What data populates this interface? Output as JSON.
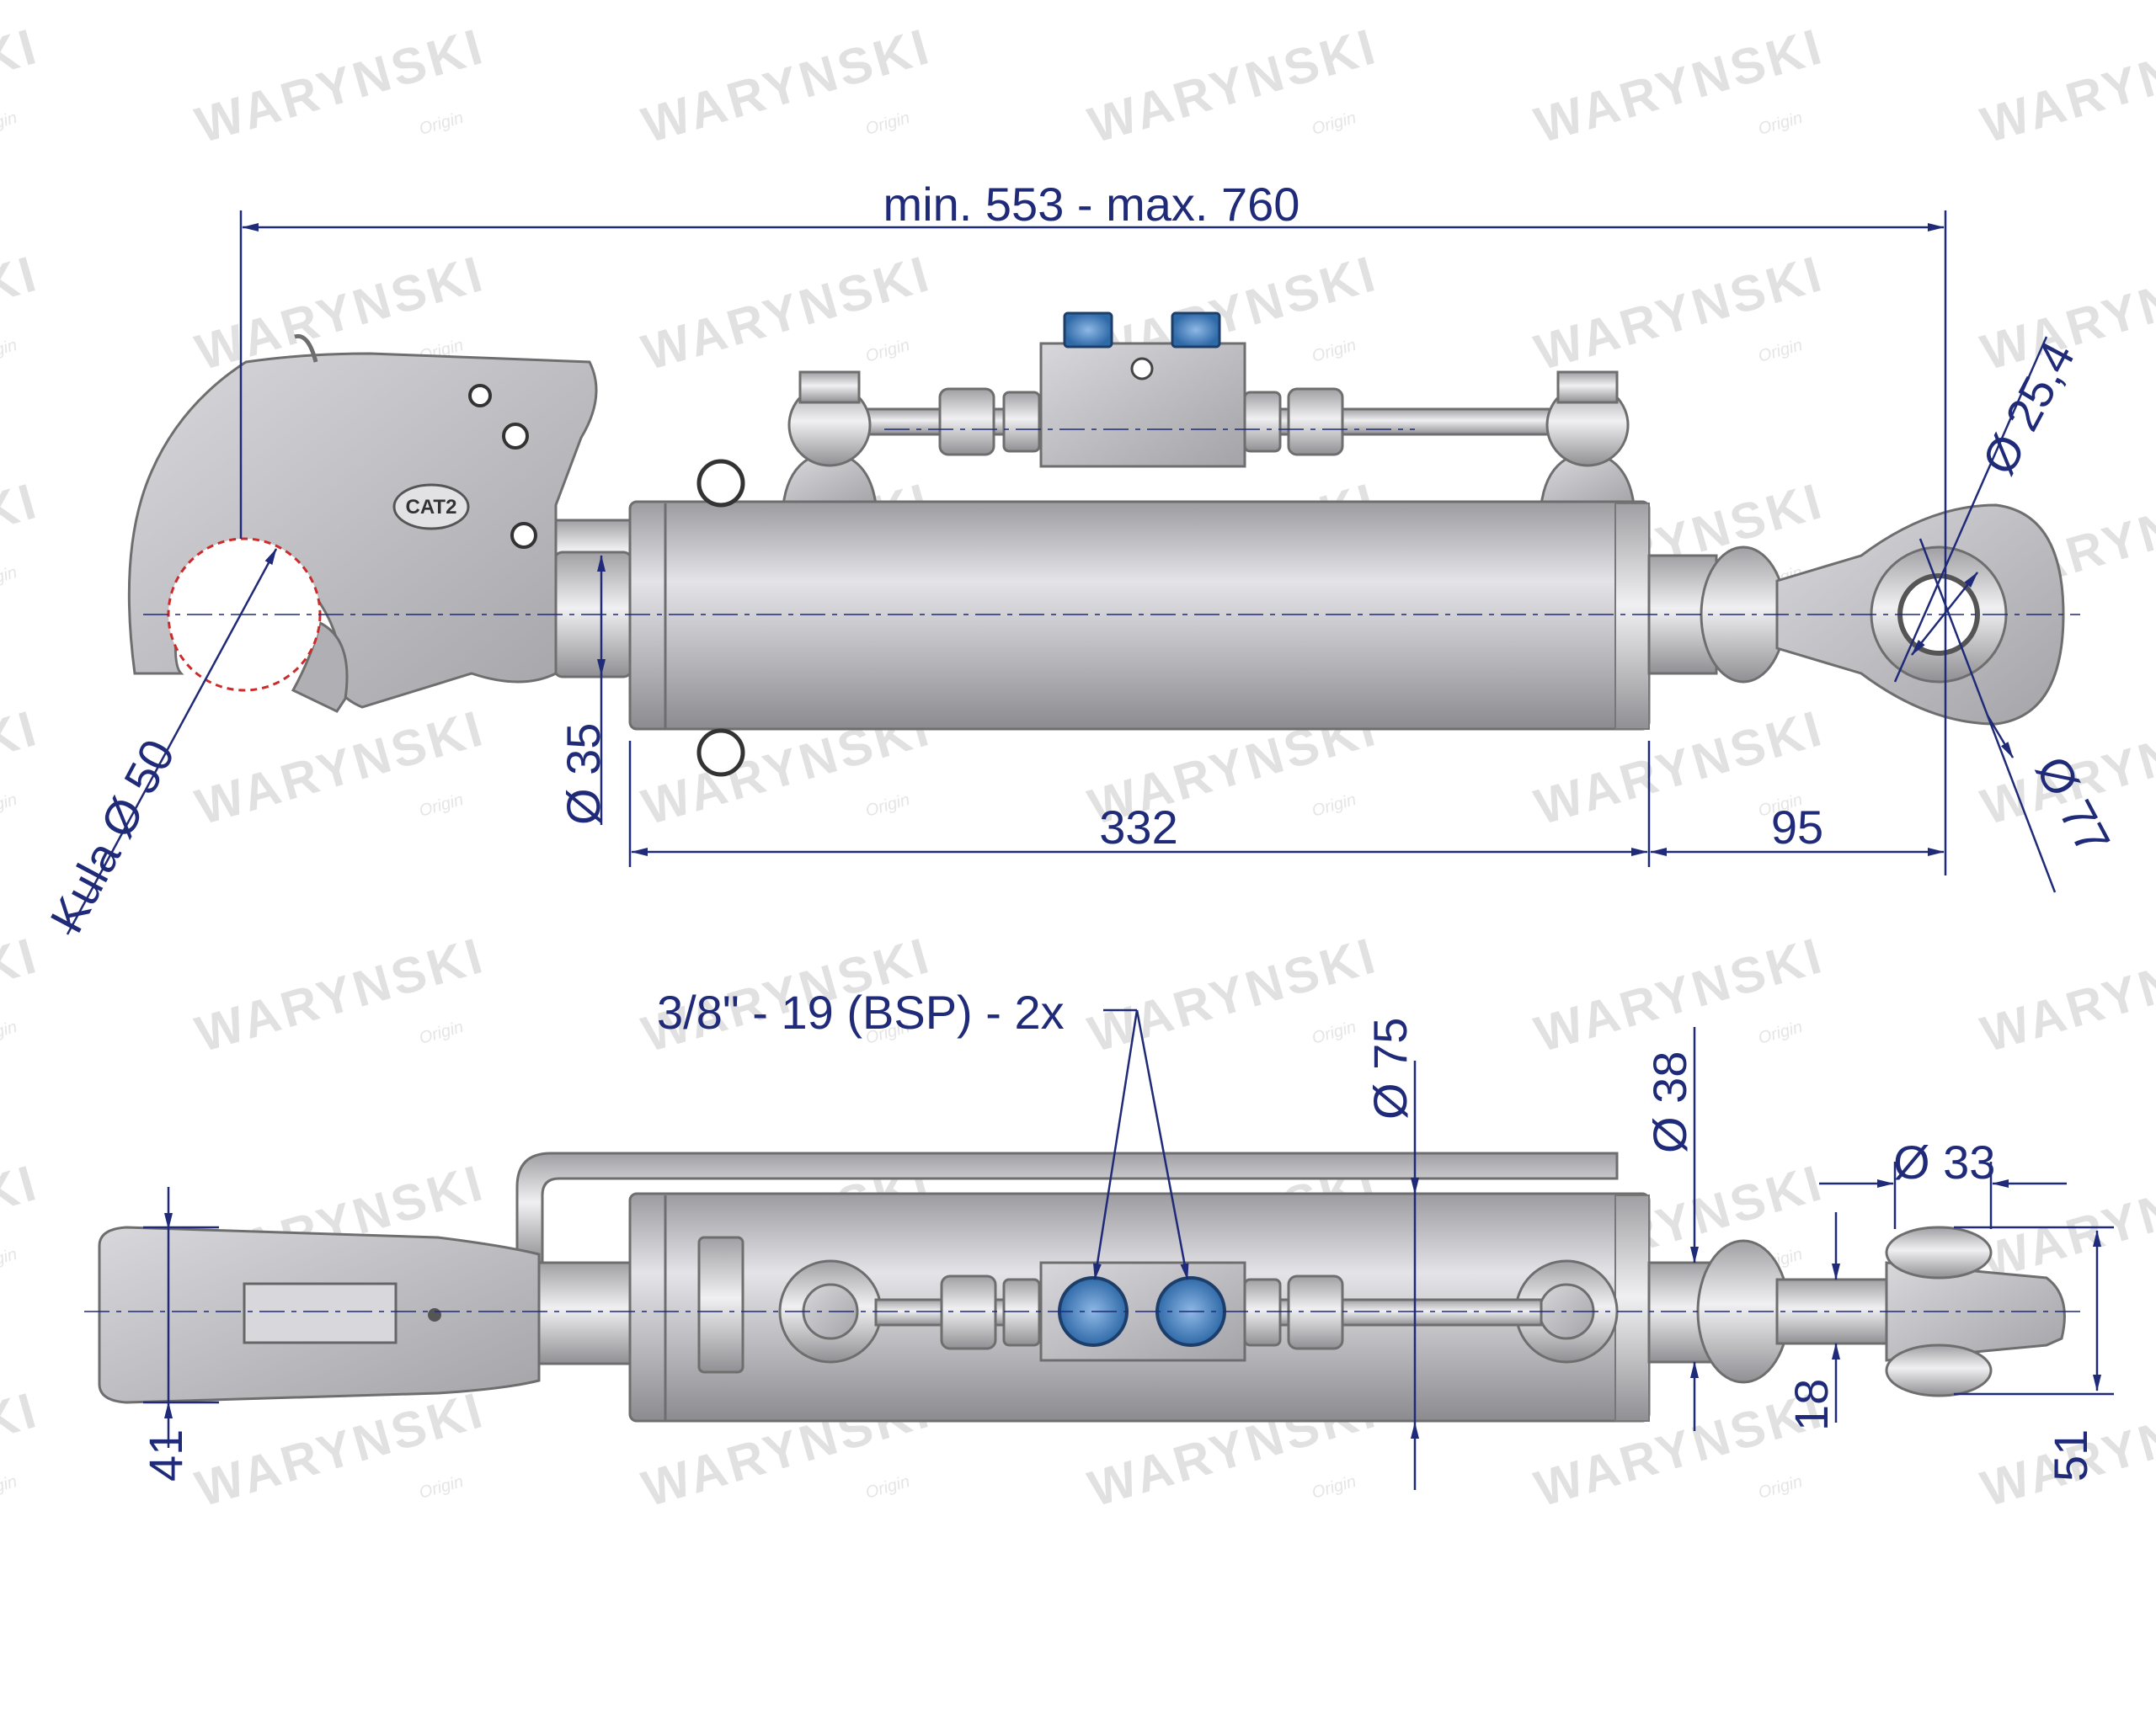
{
  "watermark": {
    "brand": "WARYNSKI",
    "sub": "Origin"
  },
  "hook_label": "CAT2",
  "dimensions": {
    "overall": "min.  553  -  max. 760",
    "ball": "Kula Ø 50",
    "rod": "Ø 35",
    "stroke": "332",
    "eye_len": "95",
    "eye_bore": "Ø 25,4",
    "eye_outer": "Ø 77",
    "port": "3/8\" - 19 (BSP) - 2x",
    "cyl_dia": "Ø 75",
    "thread_dia": "Ø 38",
    "ball_dia": "Ø 33",
    "hook_width": "41",
    "eye_shank": "18",
    "eye_width": "51"
  },
  "colors": {
    "dimension": "#1f2a78",
    "metal": "#c2c2c6",
    "fitting": "#4a7fb8"
  }
}
